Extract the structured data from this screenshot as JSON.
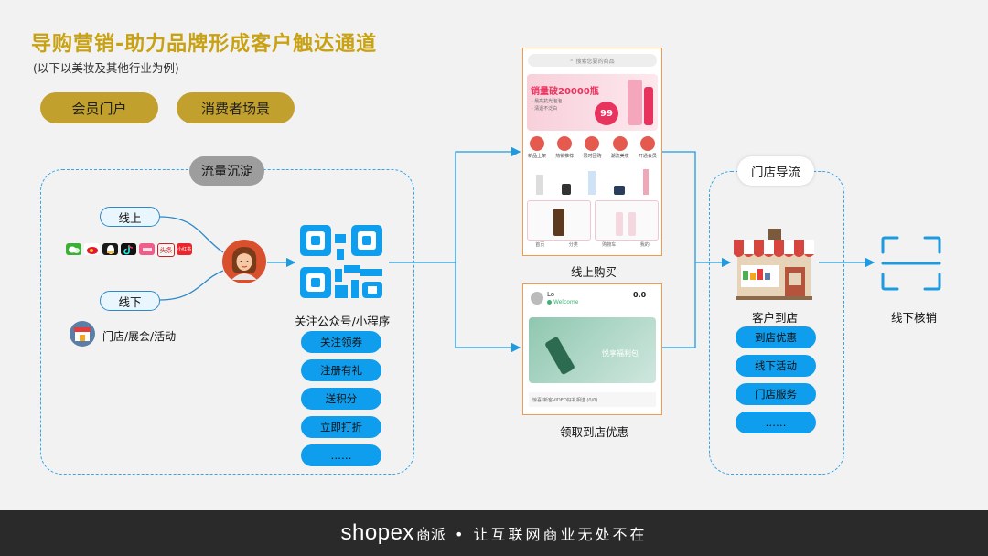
{
  "header": {
    "title": "导购营销-助力品牌形成客户触达通道",
    "subtitle": "(以下以美妆及其他行业为例)"
  },
  "tags": {
    "member_portal": "会员门户",
    "consumer_scene": "消费者场景"
  },
  "left_section": {
    "title": "流量沉淀",
    "online": "线上",
    "offline": "线下",
    "offline_desc": "门店/展会/活动",
    "social_icons": [
      "wechat-icon",
      "weibo-icon",
      "qq-icon",
      "douyin-icon",
      "xiaohongshu-icon",
      "toutiao-icon",
      "xiaohongshu-red-icon"
    ],
    "social_labels": {
      "toutiao": "头条",
      "redbook": "小红书"
    },
    "qr_caption": "关注公众号/小程序",
    "actions": [
      "关注领券",
      "注册有礼",
      "送积分",
      "立即打折",
      "……"
    ]
  },
  "middle": {
    "online_buy": "线上购买",
    "coupon": "领取到店优惠",
    "phone1": {
      "search": "搜索您要的商品",
      "banner_title": "销量破20000瓶",
      "banner_line1": "· 最高抗光泡泡",
      "banner_line2": "· 清透不泛白",
      "banner_price": "99",
      "categories": [
        "新品上架",
        "热销推荐",
        "限时团购",
        "潮流美妆",
        "开通会员"
      ],
      "nav": [
        "首页",
        "分类",
        "购物车",
        "我的"
      ]
    },
    "phone2": {
      "user": "Lo",
      "welcome": "Welcome",
      "points": "0.0",
      "banner_text": "悦享福利包",
      "footer_text": "惊喜!新客VIDEO好礼相送 (0/0)"
    }
  },
  "right_section": {
    "title": "门店导流",
    "store_caption": "客户到店",
    "actions": [
      "到店优惠",
      "线下活动",
      "门店服务",
      "……"
    ],
    "verify": "线下核销"
  },
  "footer": {
    "brand": "shopex",
    "brand_cn": "商派",
    "slogan": "• 让互联网商业无处不在"
  },
  "colors": {
    "gold": "#c9a214",
    "blue": "#0f9ded",
    "dash": "#32a6e6",
    "orange": "#f29a4a",
    "footer": "#2a2a2a"
  }
}
